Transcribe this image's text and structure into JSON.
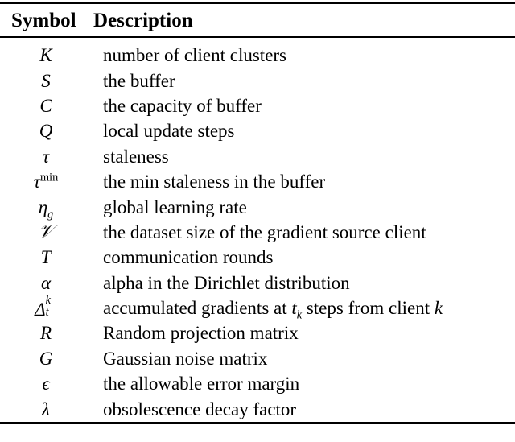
{
  "table": {
    "headers": {
      "symbol": "Symbol",
      "description": "Description"
    },
    "rows": [
      {
        "symbol": "K",
        "symbol_text": "K",
        "description": "number of client clusters"
      },
      {
        "symbol": "S",
        "symbol_text": "S",
        "description": "the buffer"
      },
      {
        "symbol": "C",
        "symbol_text": "C",
        "description": "the capacity of buffer"
      },
      {
        "symbol": "Q",
        "symbol_text": "Q",
        "description": "local update steps"
      },
      {
        "symbol": "τ",
        "symbol_text": "τ",
        "description": "staleness"
      },
      {
        "symbol": "τ^min",
        "symbol_text": "τmin",
        "description": "the min staleness in the buffer"
      },
      {
        "symbol": "η_g",
        "symbol_text": "ηg",
        "description": "global learning rate"
      },
      {
        "symbol": "𝒱",
        "symbol_text": "𝒱",
        "description": "the dataset size of the gradient source client"
      },
      {
        "symbol": "T",
        "symbol_text": "T",
        "description": "communication rounds"
      },
      {
        "symbol": "α",
        "symbol_text": "α",
        "description": "alpha in the Dirichlet distribution"
      },
      {
        "symbol": "Δ_t^k",
        "symbol_text": "Δtk",
        "description": "accumulated gradients at t_k steps from client k"
      },
      {
        "symbol": "R",
        "symbol_text": "R",
        "description": "Random projection matrix"
      },
      {
        "symbol": "G",
        "symbol_text": "G",
        "description": "Gaussian noise matrix"
      },
      {
        "symbol": "ϵ",
        "symbol_text": "ϵ",
        "description": "the allowable error margin"
      },
      {
        "symbol": "λ",
        "symbol_text": "λ",
        "description": "obsolescence decay factor"
      }
    ],
    "math_fragments": {
      "tau": "τ",
      "tau_min_sup": "min",
      "eta": "η",
      "eta_sub": "g",
      "script_v": "𝒱",
      "alpha": "α",
      "delta": "Δ",
      "delta_sup": "k",
      "delta_sub": "t",
      "epsilon": "ϵ",
      "lambda": "λ",
      "desc_delta_pre": "accumulated gradients at ",
      "desc_delta_t": "t",
      "desc_delta_tsub": "k",
      "desc_delta_mid": " steps from client ",
      "desc_delta_k": "k"
    },
    "colors": {
      "background": "#ffffff",
      "text": "#000000",
      "rule": "#000000"
    }
  }
}
